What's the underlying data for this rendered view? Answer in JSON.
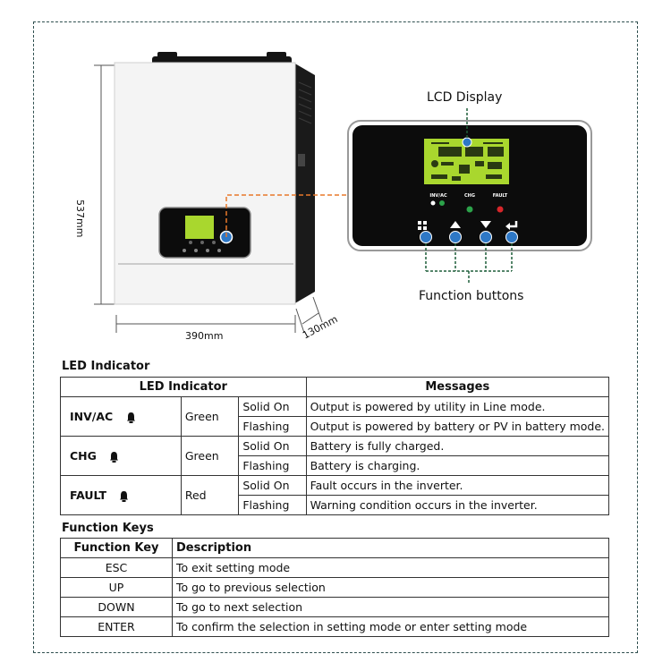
{
  "figure": {
    "lcd_display_label": "LCD Display",
    "function_buttons_label": "Function buttons",
    "dim_height": "537mm",
    "dim_width": "390mm",
    "dim_depth": "130mm",
    "panel_led_labels": [
      "INV/AC",
      "CHG",
      "FAULT"
    ],
    "colors": {
      "lcd_green": "#a9d72e",
      "panel_black": "#0c0c0c",
      "button_blue": "#2e78c6",
      "connector_orange": "#e8782a",
      "connector_green": "#1f5e3a"
    }
  },
  "led_section": {
    "title": "LED Indicator",
    "headers": {
      "indicator": "LED Indicator",
      "messages": "Messages"
    },
    "groups": [
      {
        "name": "INV/AC",
        "color": "Green",
        "icon": "bell-icon",
        "rows": [
          {
            "state": "Solid On",
            "message": "Output is powered by utility in Line mode."
          },
          {
            "state": "Flashing",
            "message": "Output is powered by battery or PV in battery mode."
          }
        ]
      },
      {
        "name": "CHG",
        "color": "Green",
        "icon": "bell-icon",
        "rows": [
          {
            "state": "Solid On",
            "message": "Battery is fully charged."
          },
          {
            "state": "Flashing",
            "message": "Battery is charging."
          }
        ]
      },
      {
        "name": "FAULT",
        "color": "Red",
        "icon": "bell-icon",
        "rows": [
          {
            "state": "Solid On",
            "message": "Fault occurs in the inverter."
          },
          {
            "state": "Flashing",
            "message": "Warning condition occurs in the inverter."
          }
        ]
      }
    ]
  },
  "function_section": {
    "title": "Function Keys",
    "headers": {
      "key": "Function Key",
      "description": "Description"
    },
    "rows": [
      {
        "key": "ESC",
        "description": "To exit setting mode"
      },
      {
        "key": "UP",
        "description": "To go to previous selection"
      },
      {
        "key": "DOWN",
        "description": "To go to next selection"
      },
      {
        "key": "ENTER",
        "description": "To confirm the selection in setting mode or enter setting mode"
      }
    ]
  }
}
